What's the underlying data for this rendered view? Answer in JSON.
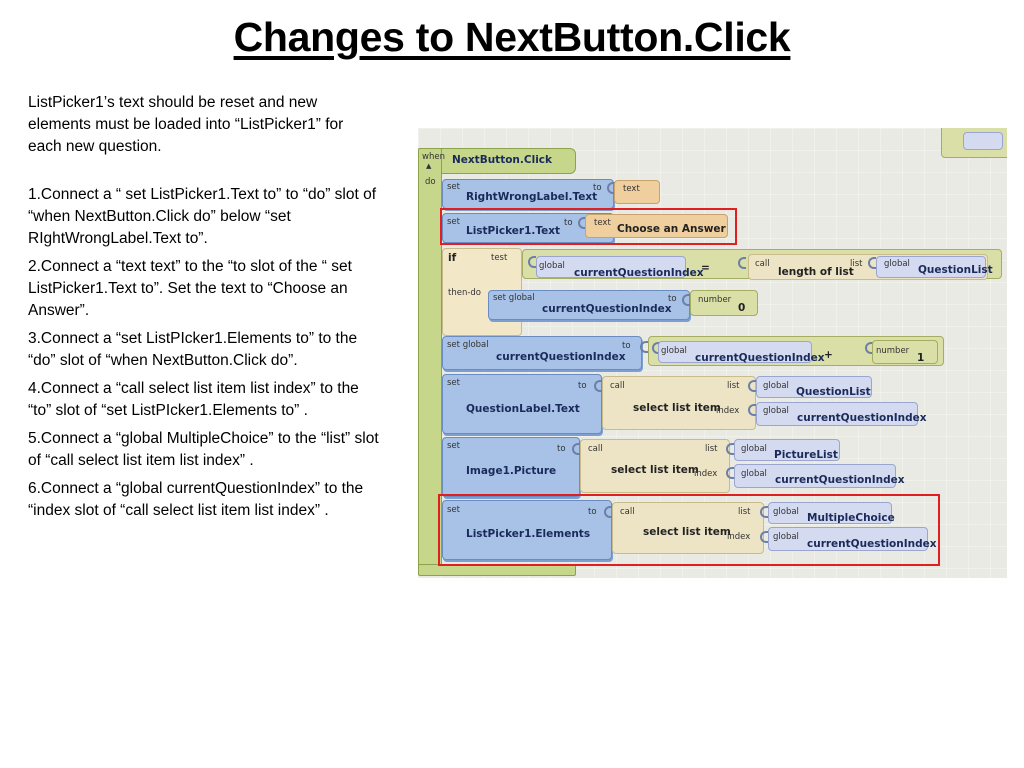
{
  "title": "Changes to NextButton.Click",
  "intro": "ListPicker1’s text should be reset and new elements must be loaded into “ListPicker1” for each new question.",
  "steps": [
    "1.Connect a “ set ListPicker1.Text to” to “do” slot of “when NextButton.Click do” below “set RIghtWrongLabel.Text to”.",
    "2.Connect a “text text” to the “to slot of the  “ set ListPicker1.Text to”. Set the text to “Choose an Answer”.",
    "3.Connect a “set ListPIcker1.Elements to” to the “do” slot of “when NextButton.Click do”.",
    "4.Connect a “call select list item list index” to the “to” slot of “set ListPIcker1.Elements to” .",
    "5.Connect a “global MultipleChoice” to the “list” slot of “call select list item list index” .",
    "6.Connect a “global currentQuestionIndex” to the “index slot of “call select list item list index” ."
  ],
  "blocks": {
    "when": "when",
    "event": "NextButton.Click",
    "do": "do",
    "set": "set",
    "to": "to",
    "text": "text",
    "rw_label": "RightWrongLabel.Text",
    "lp_text": "ListPicker1.Text",
    "choose": "Choose an Answer",
    "if": "if",
    "test": "test",
    "then_do": "then-do",
    "global": "global",
    "set_global": "set global",
    "cqi": "currentQuestionIndex",
    "eq": "=",
    "call": "call",
    "length_of_list": "length of list",
    "list": "list",
    "question_list": "QuestionList",
    "number": "number",
    "zero": "0",
    "one": "1",
    "plus": "+",
    "ql_text": "QuestionLabel.Text",
    "select_list_item": "select list item",
    "index": "index",
    "img_picture": "Image1.Picture",
    "picture_list": "PictureList",
    "lp_elements": "ListPicker1.Elements",
    "multiple_choice": "MultipleChoice"
  }
}
